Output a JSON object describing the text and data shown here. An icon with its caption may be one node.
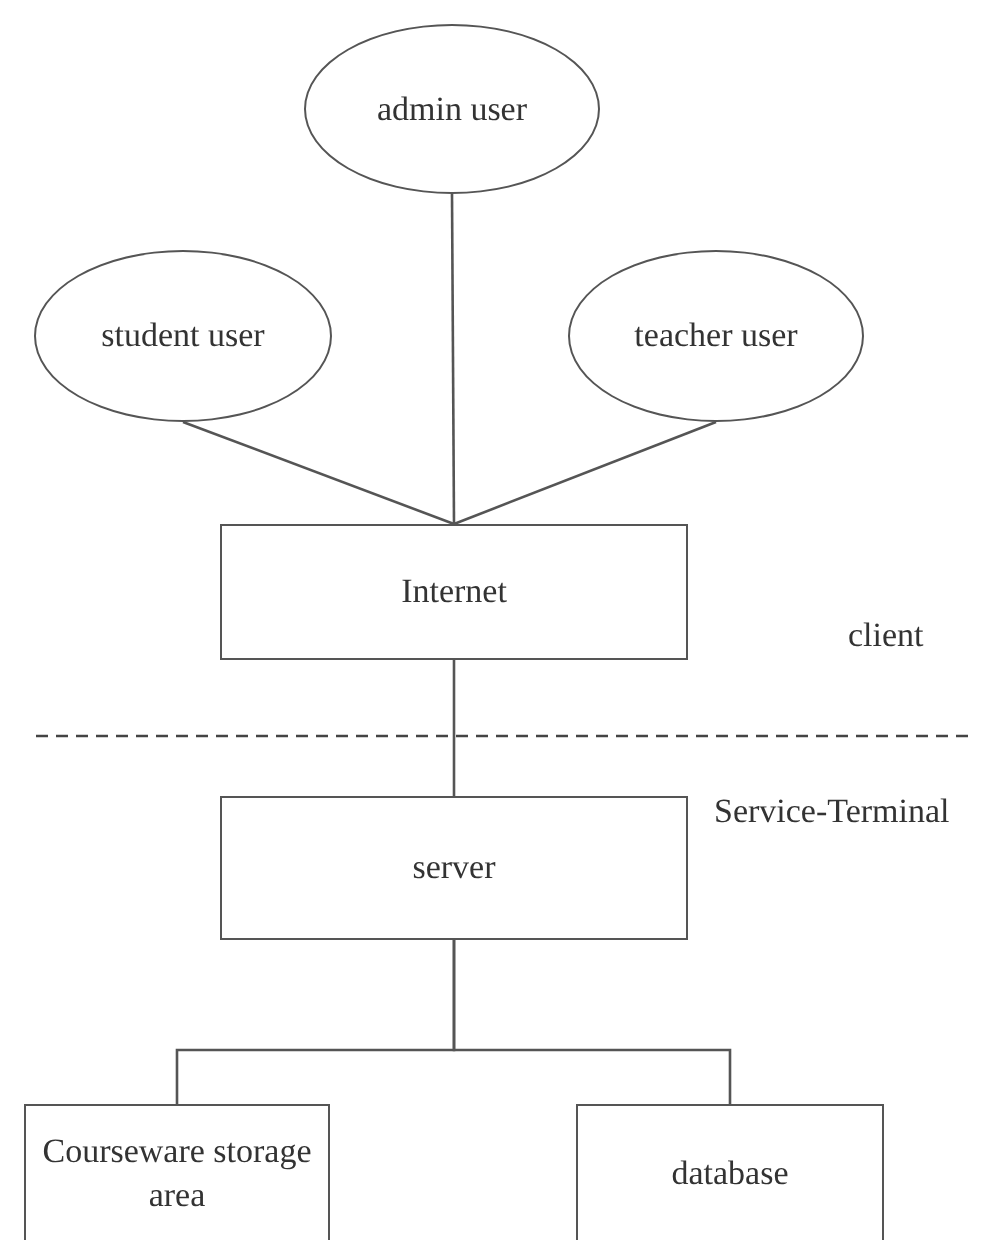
{
  "diagram": {
    "nodes": [
      {
        "text": [
          "admin user"
        ]
      },
      {
        "text": [
          "student user"
        ]
      },
      {
        "text": [
          "teacher user"
        ]
      },
      {
        "text": [
          "Internet"
        ]
      },
      {
        "text": [
          "server"
        ]
      },
      {
        "text": [
          "Courseware storage area"
        ]
      },
      {
        "text": [
          "database"
        ]
      }
    ],
    "edges": [
      {
        "from": 1,
        "to": 3,
        "arrow": "none"
      },
      {
        "from": 0,
        "to": 3,
        "arrow": "none"
      },
      {
        "from": 2,
        "to": 3,
        "arrow": "none"
      },
      {
        "from": 3,
        "to": 4,
        "arrow": "none"
      },
      {
        "from": 4,
        "to": 5,
        "arrow": "none"
      },
      {
        "from": 4,
        "to": 6,
        "arrow": "none"
      }
    ],
    "labels": [
      "client",
      "Service-Terminal"
    ]
  }
}
